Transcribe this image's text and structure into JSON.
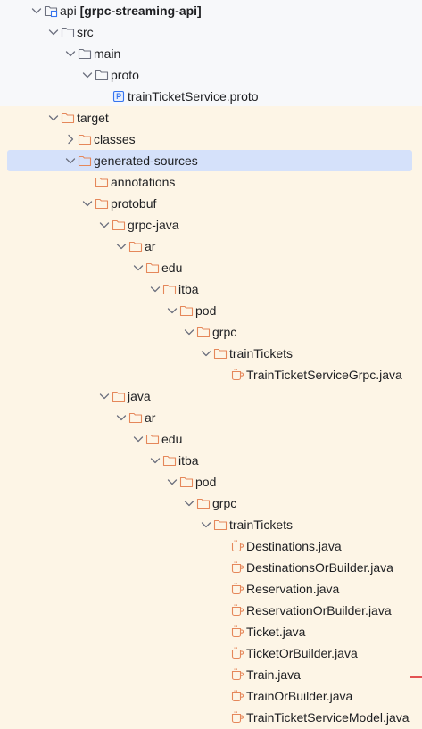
{
  "tree": {
    "rows": [
      {
        "label": "api",
        "suffix": "[grpc-streaming-api]",
        "icon": "module-folder-icon",
        "chevron": "expanded",
        "depth": 0
      },
      {
        "label": "src",
        "icon": "folder-icon",
        "chevron": "expanded",
        "depth": 1
      },
      {
        "label": "main",
        "icon": "folder-icon",
        "chevron": "expanded",
        "depth": 2
      },
      {
        "label": "proto",
        "icon": "folder-icon",
        "chevron": "expanded",
        "depth": 3
      },
      {
        "label": "trainTicketService.proto",
        "icon": "proto-file-icon",
        "chevron": "none",
        "depth": 4
      },
      {
        "label": "target",
        "icon": "excluded-folder-icon",
        "chevron": "expanded",
        "depth": 1
      },
      {
        "label": "classes",
        "icon": "excluded-folder-icon",
        "chevron": "collapsed",
        "depth": 2
      },
      {
        "label": "generated-sources",
        "icon": "excluded-folder-icon",
        "chevron": "expanded",
        "depth": 2,
        "selected": true
      },
      {
        "label": "annotations",
        "icon": "excluded-folder-icon",
        "chevron": "none",
        "depth": 3
      },
      {
        "label": "protobuf",
        "icon": "excluded-folder-icon",
        "chevron": "expanded",
        "depth": 3
      },
      {
        "label": "grpc-java",
        "icon": "excluded-folder-icon",
        "chevron": "expanded",
        "depth": 4
      },
      {
        "label": "ar",
        "icon": "excluded-folder-icon",
        "chevron": "expanded",
        "depth": 5
      },
      {
        "label": "edu",
        "icon": "excluded-folder-icon",
        "chevron": "expanded",
        "depth": 6
      },
      {
        "label": "itba",
        "icon": "excluded-folder-icon",
        "chevron": "expanded",
        "depth": 7
      },
      {
        "label": "pod",
        "icon": "excluded-folder-icon",
        "chevron": "expanded",
        "depth": 8
      },
      {
        "label": "grpc",
        "icon": "excluded-folder-icon",
        "chevron": "expanded",
        "depth": 9
      },
      {
        "label": "trainTickets",
        "icon": "excluded-folder-icon",
        "chevron": "expanded",
        "depth": 10
      },
      {
        "label": "TrainTicketServiceGrpc.java",
        "icon": "java-file-icon",
        "chevron": "none",
        "depth": 11
      },
      {
        "label": "java",
        "icon": "excluded-folder-icon",
        "chevron": "expanded",
        "depth": 4
      },
      {
        "label": "ar",
        "icon": "excluded-folder-icon",
        "chevron": "expanded",
        "depth": 5
      },
      {
        "label": "edu",
        "icon": "excluded-folder-icon",
        "chevron": "expanded",
        "depth": 6
      },
      {
        "label": "itba",
        "icon": "excluded-folder-icon",
        "chevron": "expanded",
        "depth": 7
      },
      {
        "label": "pod",
        "icon": "excluded-folder-icon",
        "chevron": "expanded",
        "depth": 8
      },
      {
        "label": "grpc",
        "icon": "excluded-folder-icon",
        "chevron": "expanded",
        "depth": 9
      },
      {
        "label": "trainTickets",
        "icon": "excluded-folder-icon",
        "chevron": "expanded",
        "depth": 10
      },
      {
        "label": "Destinations.java",
        "icon": "java-file-icon",
        "chevron": "none",
        "depth": 11
      },
      {
        "label": "DestinationsOrBuilder.java",
        "icon": "java-file-icon",
        "chevron": "none",
        "depth": 11
      },
      {
        "label": "Reservation.java",
        "icon": "java-file-icon",
        "chevron": "none",
        "depth": 11
      },
      {
        "label": "ReservationOrBuilder.java",
        "icon": "java-file-icon",
        "chevron": "none",
        "depth": 11
      },
      {
        "label": "Ticket.java",
        "icon": "java-file-icon",
        "chevron": "none",
        "depth": 11
      },
      {
        "label": "TicketOrBuilder.java",
        "icon": "java-file-icon",
        "chevron": "none",
        "depth": 11
      },
      {
        "label": "Train.java",
        "icon": "java-file-icon",
        "chevron": "none",
        "depth": 11
      },
      {
        "label": "TrainOrBuilder.java",
        "icon": "java-file-icon",
        "chevron": "none",
        "depth": 11
      },
      {
        "label": "TrainTicketServiceModel.java",
        "icon": "java-file-icon",
        "chevron": "none",
        "depth": 11
      }
    ]
  },
  "colors": {
    "background": "#f7f8fa",
    "excluded_background": "#fdf5e6",
    "selection": "#d5e1fa",
    "folder_stroke": "#6c707e",
    "excluded_folder_stroke": "#e5875a",
    "java_file_stroke": "#e5875a",
    "proto_icon": "#3574f0",
    "chevron": "#6c707e",
    "marker": "#e35252"
  }
}
